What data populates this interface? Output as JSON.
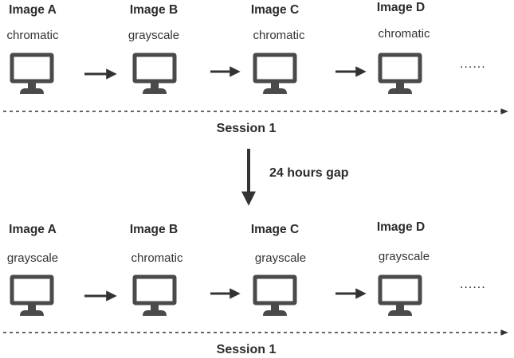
{
  "colors": {
    "icon": "#4a4a4a",
    "arrow": "#333333",
    "text": "#2b2b2b"
  },
  "icon_name": "monitor-icon",
  "rows": [
    {
      "images": [
        {
          "label": "Image A",
          "mode": "chromatic"
        },
        {
          "label": "Image B",
          "mode": "grayscale"
        },
        {
          "label": "Image C",
          "mode": "chromatic"
        },
        {
          "label": "Image D",
          "mode": "chromatic"
        }
      ],
      "continuation": "......",
      "session_label": "Session 1"
    },
    {
      "images": [
        {
          "label": "Image A",
          "mode": "grayscale"
        },
        {
          "label": "Image B",
          "mode": "chromatic"
        },
        {
          "label": "Image C",
          "mode": "grayscale"
        },
        {
          "label": "Image D",
          "mode": "grayscale"
        }
      ],
      "continuation": "......",
      "session_label": "Session 1"
    }
  ],
  "gap_label": "24 hours gap"
}
